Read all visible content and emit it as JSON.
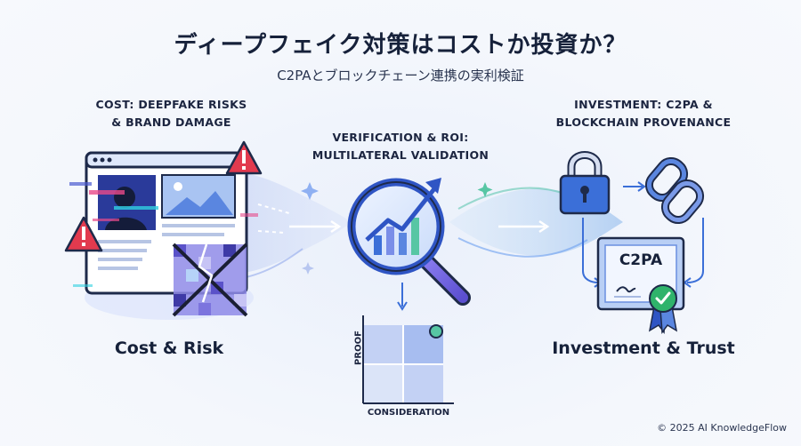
{
  "header": {
    "title": "ディープフェイク対策はコストか投資か？",
    "subtitle": "C2PAとブロックチェーン連携の実利検証"
  },
  "left": {
    "heading_line1": "COST: DEEPFAKE RISKS",
    "heading_line2": "& BRAND DAMAGE",
    "label": "Cost & Risk"
  },
  "center": {
    "heading_line1": "VERIFICATION & ROI:",
    "heading_line2": "MULTILATERAL VALIDATION",
    "matrix_y_label": "PROOF",
    "matrix_x_label": "CONSIDERATION"
  },
  "right": {
    "heading_line1": "INVESTMENT: C2PA &",
    "heading_line2": "BLOCKCHAIN PROVENANCE",
    "certificate_label": "C2PA",
    "label": "Investment & Trust"
  },
  "footer": {
    "copyright": "© 2025 AI KnowledgeFlow"
  },
  "colors": {
    "navy": "#16213a",
    "blue": "#3b6fd8",
    "light_blue": "#a9c4f2",
    "red": "#e23a4e",
    "green": "#2fb36b"
  }
}
